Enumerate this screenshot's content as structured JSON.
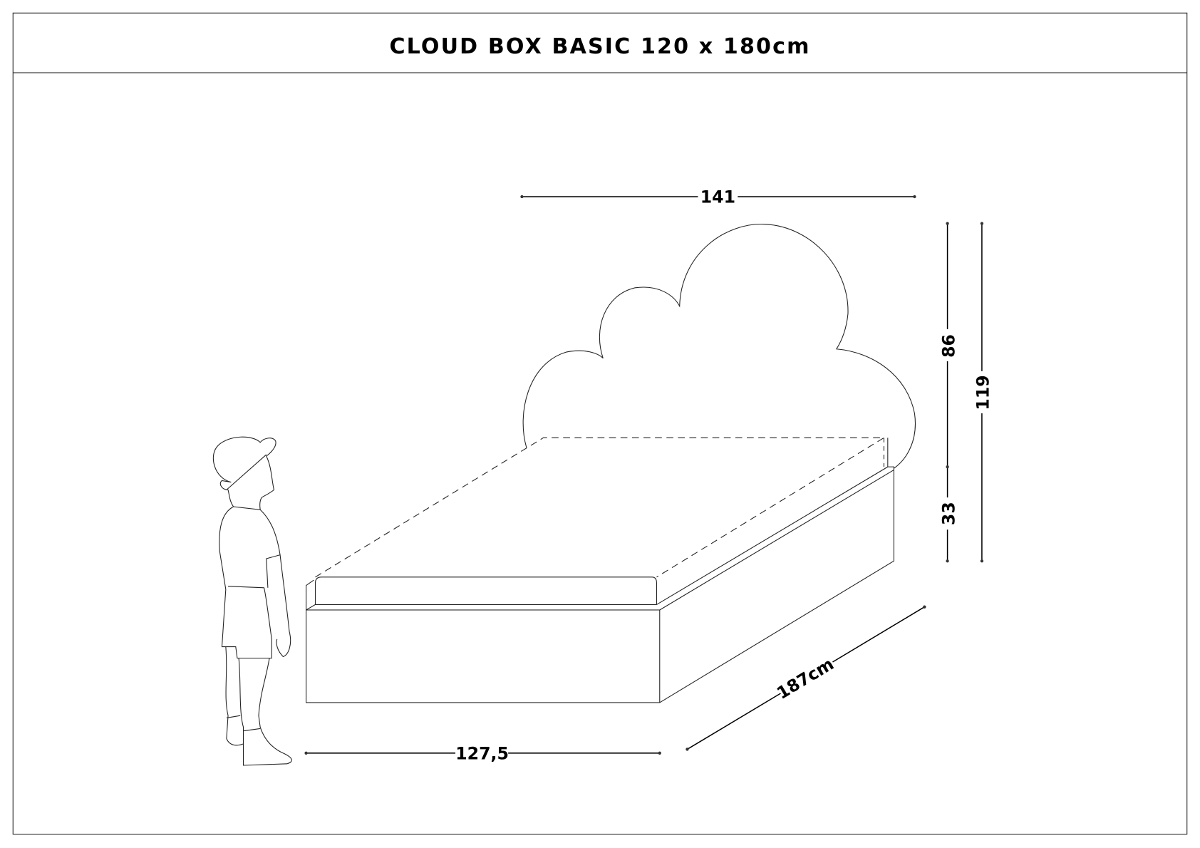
{
  "title": "CLOUD BOX BASIC 120 x 180cm",
  "dimensions": {
    "headboard_width": "141",
    "headboard_height": "86",
    "base_height": "33",
    "total_height": "119",
    "bed_width": "127,5",
    "bed_length": "187cm"
  }
}
